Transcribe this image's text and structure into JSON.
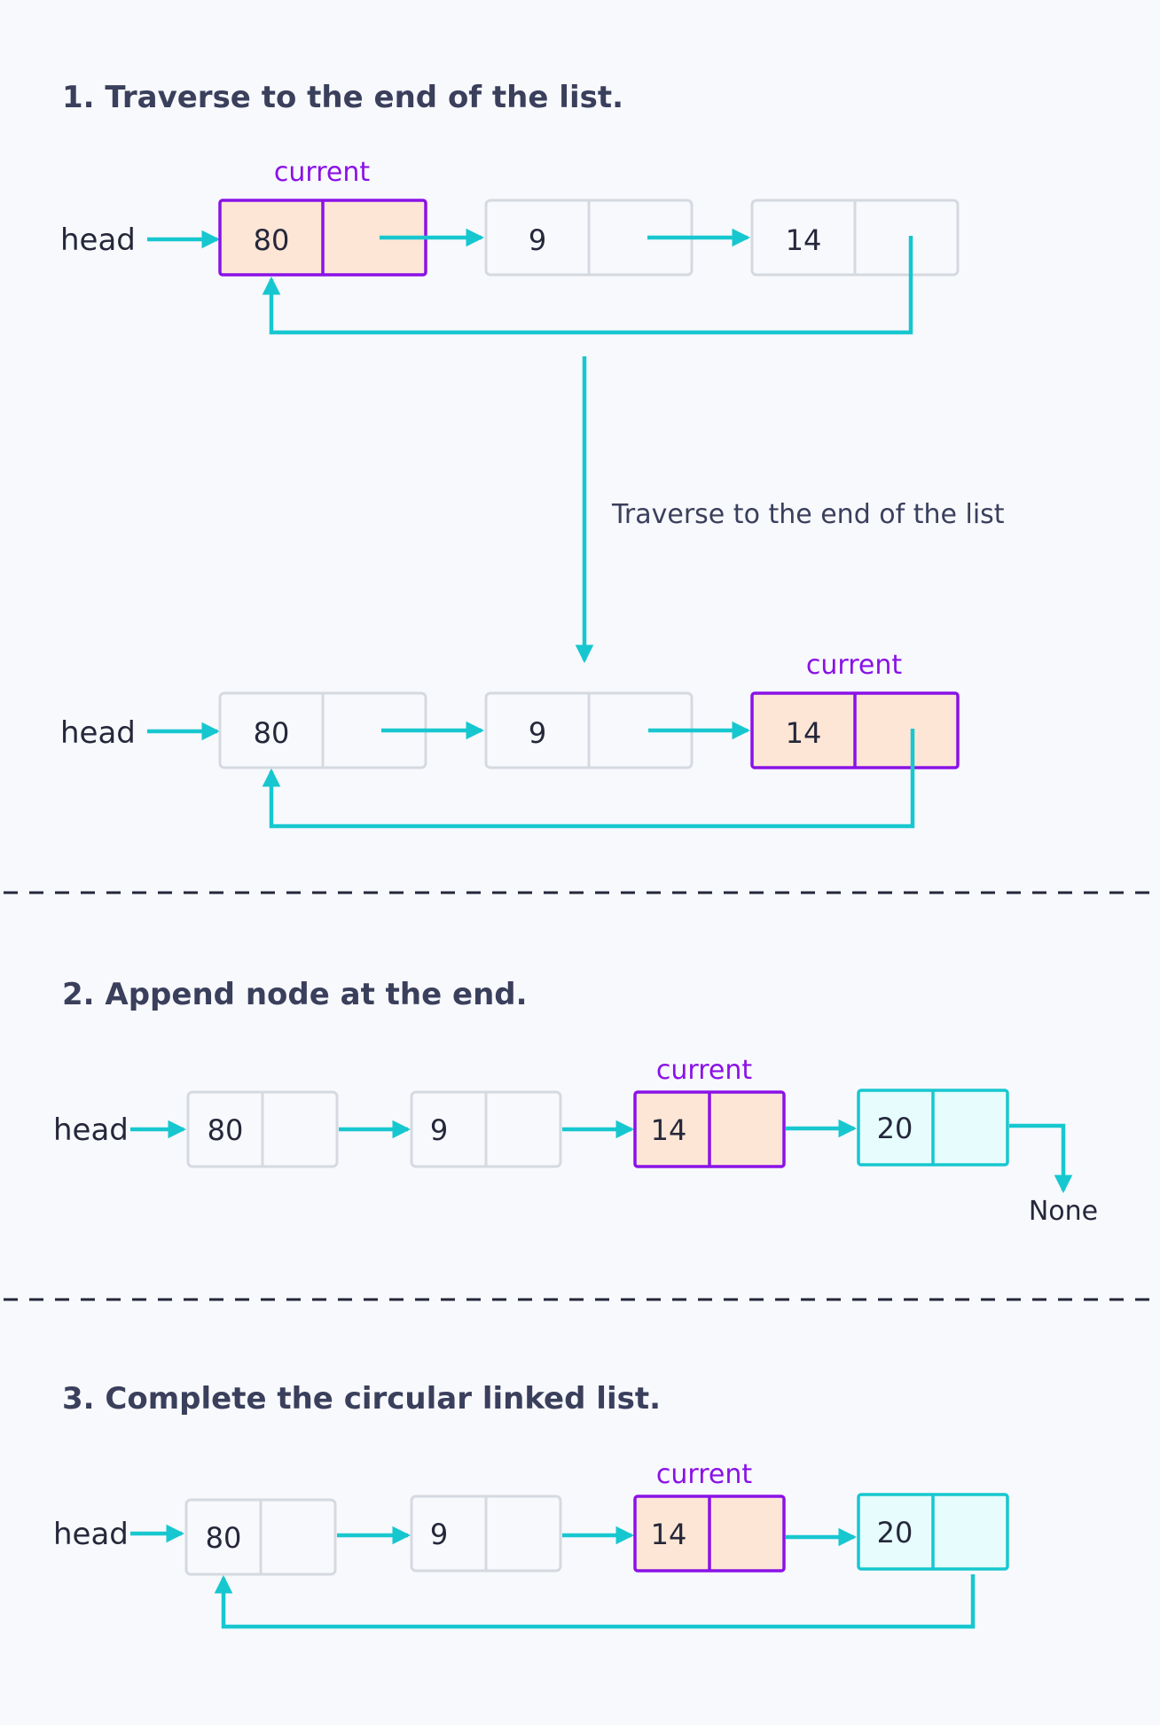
{
  "steps": {
    "step1": {
      "title": "1. Traverse to the end of the list."
    },
    "step2": {
      "title": "2. Append node at the end."
    },
    "step3": {
      "title": "3. Complete the circular linked list."
    }
  },
  "labels": {
    "head": "head",
    "current": "current",
    "none": "None",
    "traverse_note": "Traverse to the end of the list"
  },
  "values": {
    "v80": "80",
    "v9": "9",
    "v14": "14",
    "v20": "20"
  },
  "colors": {
    "arrow": "#17c7cf",
    "current_border": "#8a12e6",
    "current_fill": "#fde6d5",
    "new_node_border": "#17c7cf",
    "new_node_fill": "#e6fcfd",
    "plain_border": "#d5d9e0",
    "background": "#f8f9fd"
  }
}
